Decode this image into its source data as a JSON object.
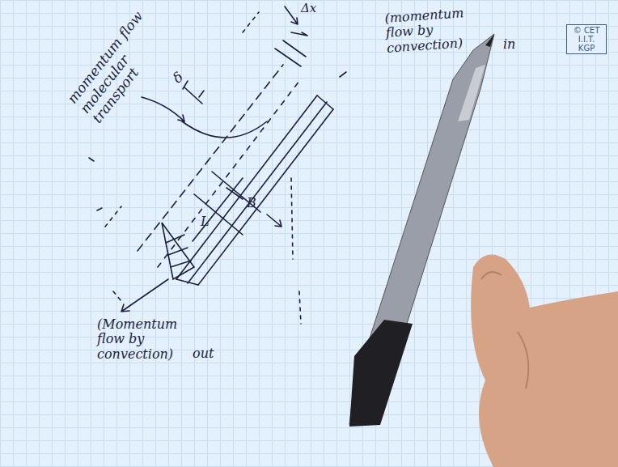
{
  "diagram": {
    "labels": [
      "momentum flow molecular transport",
      "(momentum flow by convection)",
      "in",
      "(Momentum flow by convection)",
      "out",
      "δ",
      "L",
      "B",
      "Δx",
      "© CET I.I.T. KGP"
    ]
  }
}
